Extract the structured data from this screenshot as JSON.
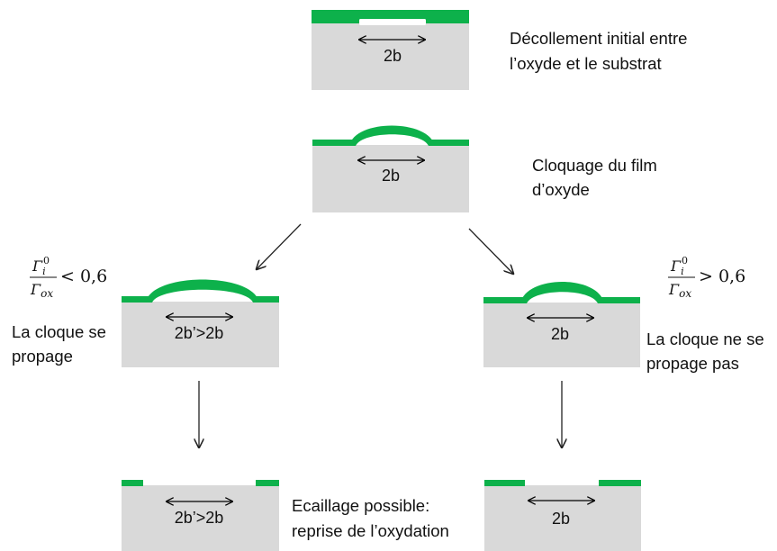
{
  "captions": {
    "initial": [
      "Décollement initial entre",
      "l’oxyde et le substrat"
    ],
    "buckling": [
      "Cloquage du film",
      "d’oxyde"
    ],
    "propagates": [
      "La cloque  se",
      "propage"
    ],
    "no_propagation": [
      "La cloque ne se",
      "propage pas"
    ],
    "spalling": [
      "Ecaillage possible:",
      "reprise de l’oxydation"
    ]
  },
  "dimensions": {
    "top": "2b",
    "buckle": "2b",
    "left": "2b’>2b",
    "right": "2b",
    "bottom_left": "2b’>2b",
    "bottom_right": "2b"
  },
  "criteria": {
    "left": {
      "num": "Γ",
      "num_sub": "i",
      "num_sup": "0",
      "den": "Γ",
      "den_sub": "ox",
      "op": "< 0,6"
    },
    "right": {
      "num": "Γ",
      "num_sub": "i",
      "num_sup": "0",
      "den": "Γ",
      "den_sub": "ox",
      "op": "> 0,6"
    }
  },
  "colors": {
    "film": "#0db14b",
    "substrate": "#d9d9d9"
  }
}
